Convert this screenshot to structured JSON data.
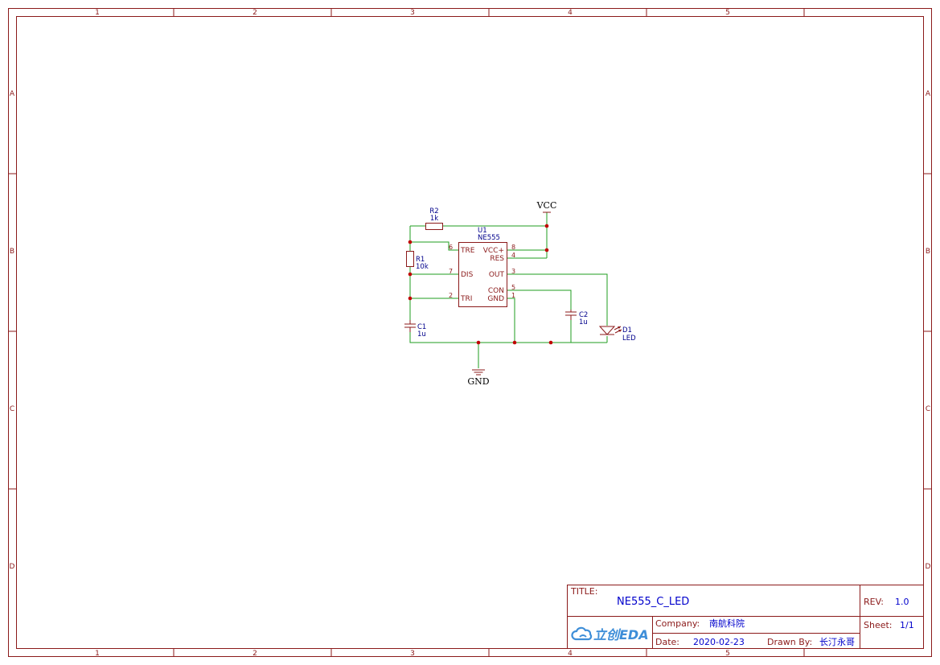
{
  "frame": {
    "columns": [
      "1",
      "2",
      "3",
      "4",
      "5"
    ],
    "rows": [
      "A",
      "B",
      "C",
      "D"
    ]
  },
  "schematic": {
    "net_vcc": "VCC",
    "net_gnd": "GND",
    "r2": {
      "ref": "R2",
      "value": "1k"
    },
    "r1": {
      "ref": "R1",
      "value": "10k"
    },
    "c1": {
      "ref": "C1",
      "value": "1u"
    },
    "c2": {
      "ref": "C2",
      "value": "1u"
    },
    "d1": {
      "ref": "D1",
      "value": "LED"
    },
    "u1": {
      "ref": "U1",
      "value": "NE555",
      "pins": {
        "tre": {
          "name": "TRE",
          "num": "6"
        },
        "dis": {
          "name": "DIS",
          "num": "7"
        },
        "tri": {
          "name": "TRI",
          "num": "2"
        },
        "vcc": {
          "name": "VCC+",
          "num": "8"
        },
        "res": {
          "name": "RES",
          "num": "4"
        },
        "out": {
          "name": "OUT",
          "num": "3"
        },
        "con": {
          "name": "CON",
          "num": "5"
        },
        "gnd": {
          "name": "GND",
          "num": "1"
        }
      }
    }
  },
  "title_block": {
    "title_label": "TITLE:",
    "title_value": "NE555_C_LED",
    "rev_label": "REV:",
    "rev_value": "1.0",
    "company_label": "Company:",
    "company_value": "南航科院",
    "sheet_label": "Sheet:",
    "sheet_value": "1/1",
    "date_label": "Date:",
    "date_value": "2020-02-23",
    "drawn_label": "Drawn By:",
    "drawn_value": "长汀永哥",
    "logo_text": "立创EDA",
    "logo_color": "#3e8ed8"
  },
  "colors": {
    "frame": "#8b1a1a",
    "wire": "#1f9e1f",
    "junction": "#c00000",
    "designator": "#00008b",
    "title_value": "#0000cc"
  }
}
